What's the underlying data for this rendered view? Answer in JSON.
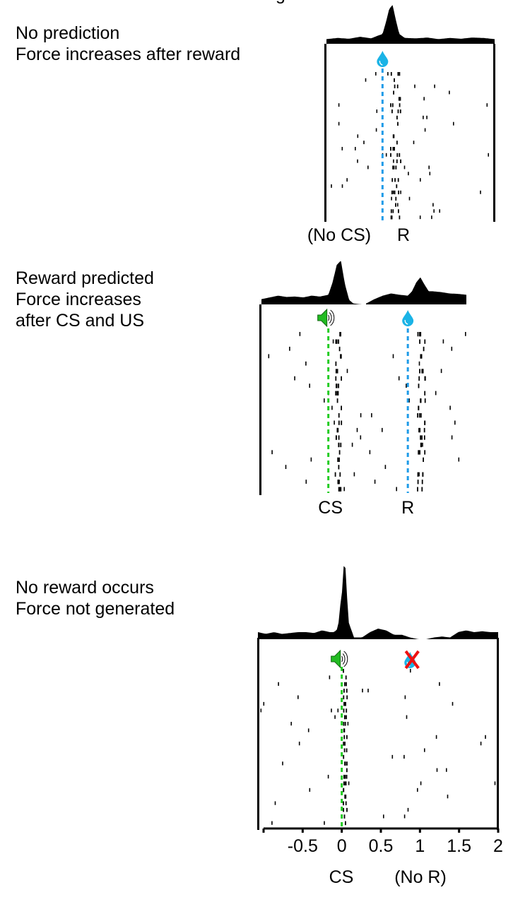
{
  "figure": {
    "title_fragment": "g",
    "colors": {
      "spike": "#000000",
      "reward_line": "#1e9be8",
      "cs_line": "#22cc22",
      "drop_icon": "#1ab3e6",
      "speaker_icon": "#22bb22",
      "cancel_x": "#ee1111"
    }
  },
  "panels": [
    {
      "id": "no-prediction",
      "caption": [
        "No prediction",
        "Force increases after reward"
      ],
      "event_labels": [
        "(No CS)",
        "R"
      ],
      "icons": [
        "water-drop-icon"
      ]
    },
    {
      "id": "reward-predicted",
      "caption": [
        "Reward predicted",
        "Force increases",
        "after CS and US"
      ],
      "event_labels": [
        "CS",
        "R"
      ],
      "icons": [
        "speaker-icon",
        "water-drop-icon"
      ]
    },
    {
      "id": "no-reward",
      "caption": [
        "No reward occurs",
        "Force not generated"
      ],
      "event_labels": [
        "CS",
        "(No R)"
      ],
      "icons": [
        "speaker-icon",
        "water-drop-icon",
        "cancel-x-icon"
      ]
    }
  ],
  "chart_data": [
    {
      "type": "raster+histogram",
      "title": "No prediction / Force increases after reward",
      "xlabel": "",
      "x_range": [
        -0.5,
        1.0
      ],
      "events": [
        {
          "name": "R",
          "time": 0.0
        }
      ],
      "event_axis_labels": [
        "(No CS)",
        "R"
      ],
      "trials": 24,
      "baseline_rate": 0.12,
      "response_window": [
        0.05,
        0.15
      ],
      "histogram": {
        "x": [
          -0.5,
          -0.4,
          -0.3,
          -0.2,
          -0.1,
          -0.05,
          0.0,
          0.03,
          0.06,
          0.09,
          0.12,
          0.15,
          0.2,
          0.3,
          0.4,
          0.5,
          0.6,
          0.7,
          0.8,
          0.9,
          1.0
        ],
        "y": [
          0.12,
          0.15,
          0.13,
          0.18,
          0.14,
          0.2,
          0.25,
          0.55,
          0.9,
          1.0,
          0.6,
          0.25,
          0.15,
          0.14,
          0.16,
          0.12,
          0.15,
          0.13,
          0.16,
          0.15,
          0.12
        ]
      }
    },
    {
      "type": "raster+histogram",
      "title": "Reward predicted / Force increases after CS and US",
      "xlabel": "",
      "segments": [
        {
          "x_range": [
            -0.8,
            0.4
          ],
          "event": "CS",
          "event_time": 0.0,
          "response_window": [
            0.08,
            0.16
          ]
        },
        {
          "x_range": [
            -0.5,
            0.7
          ],
          "event": "R",
          "event_time": 0.0,
          "response_window": [
            0.1,
            0.2
          ]
        }
      ],
      "event_axis_labels": [
        "CS",
        "R"
      ],
      "trials": 22,
      "histogram_segments": [
        {
          "x": [
            -0.8,
            -0.6,
            -0.5,
            -0.4,
            -0.3,
            -0.2,
            -0.1,
            0.0,
            0.05,
            0.1,
            0.15,
            0.2,
            0.25,
            0.3,
            0.4
          ],
          "y": [
            0.12,
            0.2,
            0.17,
            0.18,
            0.16,
            0.2,
            0.18,
            0.22,
            0.5,
            0.9,
            1.0,
            0.45,
            0.1,
            0.02,
            0.0
          ]
        },
        {
          "x": [
            -0.5,
            -0.4,
            -0.3,
            -0.2,
            -0.1,
            0.0,
            0.05,
            0.1,
            0.15,
            0.2,
            0.25,
            0.3,
            0.4,
            0.5,
            0.6,
            0.7
          ],
          "y": [
            0.02,
            0.12,
            0.2,
            0.25,
            0.22,
            0.2,
            0.3,
            0.5,
            0.62,
            0.45,
            0.3,
            0.3,
            0.28,
            0.25,
            0.24,
            0.22
          ]
        }
      ]
    },
    {
      "type": "raster+histogram",
      "title": "No reward occurs / Force not generated",
      "xlabel": "",
      "x_range": [
        -1.0,
        2.0
      ],
      "xticks": [
        -1,
        -0.5,
        0,
        0.5,
        1,
        1.5,
        2
      ],
      "xtick_labels": [
        "",
        "-0.5",
        "0",
        "0.5",
        "1",
        "1.5",
        "2"
      ],
      "events": [
        {
          "name": "CS",
          "time": 0.0
        },
        {
          "name": "No R",
          "time": 0.9
        }
      ],
      "event_axis_labels": [
        "CS",
        "(No R)"
      ],
      "trials": 24,
      "response_window": [
        0.05,
        0.1
      ],
      "histogram": {
        "x": [
          -1.0,
          -0.9,
          -0.8,
          -0.7,
          -0.6,
          -0.5,
          -0.4,
          -0.3,
          -0.2,
          -0.1,
          -0.05,
          0.0,
          0.03,
          0.06,
          0.08,
          0.1,
          0.13,
          0.2,
          0.3,
          0.4,
          0.5,
          0.6,
          0.7,
          0.8,
          0.9,
          1.0,
          1.1,
          1.2,
          1.3,
          1.4,
          1.5,
          1.6,
          1.7,
          1.8,
          1.9,
          2.0
        ],
        "y": [
          0.08,
          0.06,
          0.08,
          0.06,
          0.07,
          0.08,
          0.08,
          0.07,
          0.1,
          0.08,
          0.08,
          0.12,
          0.4,
          0.6,
          1.0,
          0.7,
          0.2,
          0.02,
          0.02,
          0.08,
          0.12,
          0.1,
          0.05,
          0.05,
          0.02,
          0.0,
          0.0,
          0.02,
          0.03,
          0.02,
          0.08,
          0.1,
          0.08,
          0.09,
          0.08,
          0.08
        ]
      }
    }
  ]
}
